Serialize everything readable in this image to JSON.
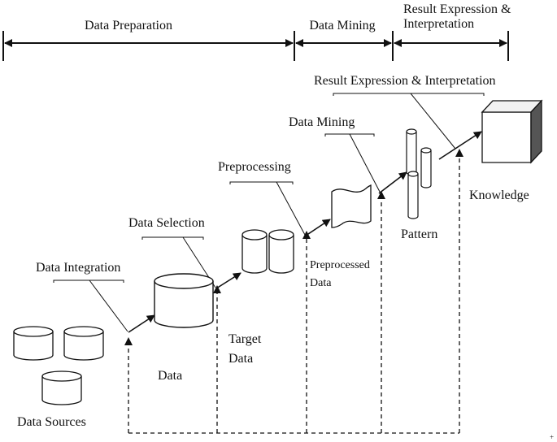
{
  "phases": {
    "preparation": "Data Preparation",
    "mining": "Data Mining",
    "result_line1": "Result Expression &",
    "result_line2": "Interpretation"
  },
  "steps": {
    "integration": "Data Integration",
    "selection": "Data Selection",
    "preprocessing": "Preprocessing",
    "mining": "Data Mining",
    "result": "Result Expression & Interpretation"
  },
  "objects": {
    "sources": "Data Sources",
    "data": "Data",
    "target_line1": "Target",
    "target_line2": "Data",
    "preprocessed_line1": "Preprocessed",
    "preprocessed_line2": "Data",
    "pattern": "Pattern",
    "knowledge": "Knowledge"
  },
  "corner_mark": "+"
}
